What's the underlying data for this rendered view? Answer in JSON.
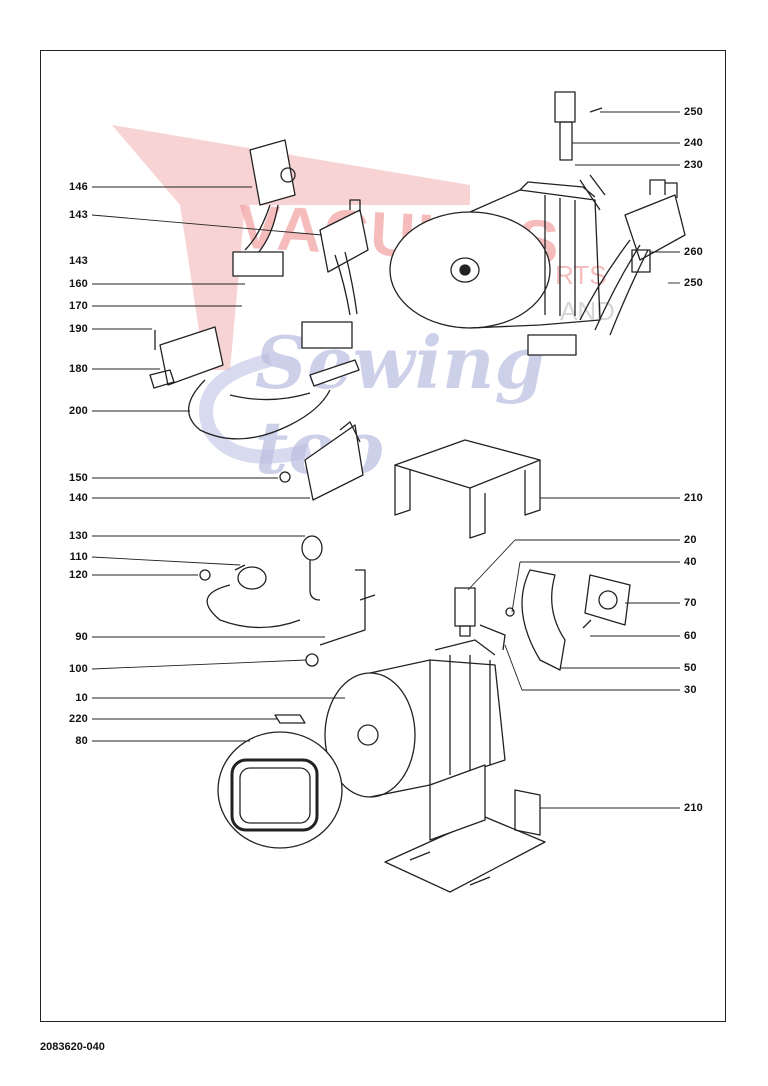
{
  "document_ref": "2083620-040",
  "watermark": {
    "line1": "VACUUMS",
    "line2": "Sewing too",
    "small1": "RTS",
    "small2": "AND"
  },
  "callouts_left": [
    "146",
    "143",
    "143",
    "160",
    "170",
    "190",
    "180",
    "200",
    "150",
    "140",
    "130",
    "110",
    "120",
    "90",
    "100",
    "10",
    "220",
    "80"
  ],
  "callouts_right": [
    "250",
    "240",
    "230",
    "260",
    "250",
    "210",
    "20",
    "40",
    "70",
    "60",
    "50",
    "30",
    "210"
  ],
  "colors": {
    "ink": "#222222",
    "watermark_red": "#f3a6a6",
    "watermark_blue": "#b9bde0"
  }
}
